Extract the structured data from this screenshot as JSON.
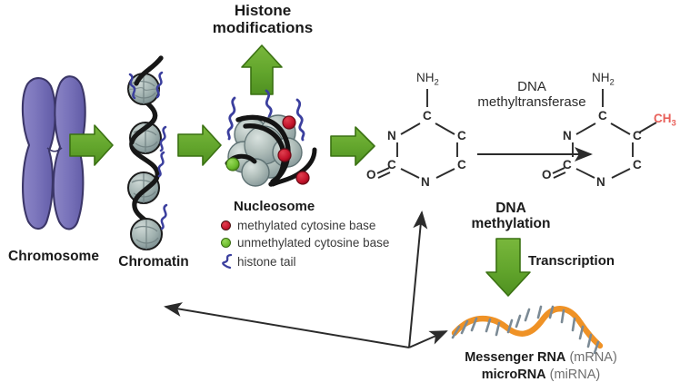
{
  "diagram": {
    "title": "Epigenetic regulation: chromatin, histone modification and DNA methylation",
    "background": "#ffffff"
  },
  "colors": {
    "arrow_green": "#63a52e",
    "arrow_green_dark": "#3d7a16",
    "chromosome_purple": "#7a74bb",
    "chromosome_purple_dark": "#55509a",
    "histone_gray": "#a9b8b4",
    "histone_tail_blue": "#3b3f9e",
    "methylated_red": "#c2122a",
    "unmethylated_green": "#6aba2a",
    "rna_orange": "#ef9226",
    "rna_base_gray": "#7b8a95",
    "methyl_red": "#e8605a",
    "text_black": "#1a1a1a",
    "text_gray": "#6e6e6e",
    "line_black": "#2b2b2b"
  },
  "labels": {
    "histone_modifications": "Histone\nmodifications",
    "histone_modifications_line1": "Histone",
    "histone_modifications_line2": "modifications",
    "chromosome": "Chromosome",
    "chromatin": "Chromatin",
    "dna_methyltransferase_line1": "DNA",
    "dna_methyltransferase_line2": "methyltransferase",
    "dna_methylation_line1": "DNA",
    "dna_methylation_line2": "methylation",
    "transcription": "Transcription",
    "messenger_rna_bold": "Messenger RNA",
    "messenger_rna_paren": "(mRNA)",
    "microrna_bold": "microRNA",
    "microrna_paren": "(miRNA)"
  },
  "legend": {
    "title": "Nucleosome",
    "items": [
      {
        "marker": "red-dot",
        "label": "methylated cytosine base",
        "color": "#c2122a"
      },
      {
        "marker": "green-dot",
        "label": "unmethylated cytosine base",
        "color": "#6aba2a"
      },
      {
        "marker": "squiggle",
        "label": "histone tail",
        "color": "#3b3f9e"
      }
    ]
  },
  "chemistry": {
    "cytosine": {
      "name": "cytosine",
      "amine": "NH",
      "amine_sub": "2",
      "oxygen": "O",
      "ring_atoms": [
        "C",
        "N",
        "C",
        "C",
        "C",
        "N"
      ],
      "ring_labels": {
        "top": "C",
        "upper_left": "N",
        "upper_right": "C",
        "lower_left": "C",
        "lower_right": "C",
        "bottom": "N"
      }
    },
    "methylcytosine": {
      "name": "5-methylcytosine",
      "amine": "NH",
      "amine_sub": "2",
      "oxygen": "O",
      "methyl": "CH",
      "methyl_sub": "3",
      "ring_labels": {
        "top": "C",
        "upper_left": "N",
        "upper_right": "C",
        "lower_left": "C",
        "lower_right": "C",
        "bottom": "N"
      }
    }
  },
  "flow": {
    "steps": [
      "Chromosome",
      "Chromatin",
      "Nucleosome",
      "Cytosine",
      "5-methylcytosine",
      "Messenger RNA / microRNA"
    ],
    "green_arrows": [
      "chromosome-to-chromatin",
      "chromatin-to-nucleosome",
      "nucleosome-to-cytosine",
      "histone-modifications-up",
      "transcription-down"
    ],
    "feedback_arrows": [
      "rna-to-chromatin",
      "rna-to-nucleosome"
    ]
  }
}
